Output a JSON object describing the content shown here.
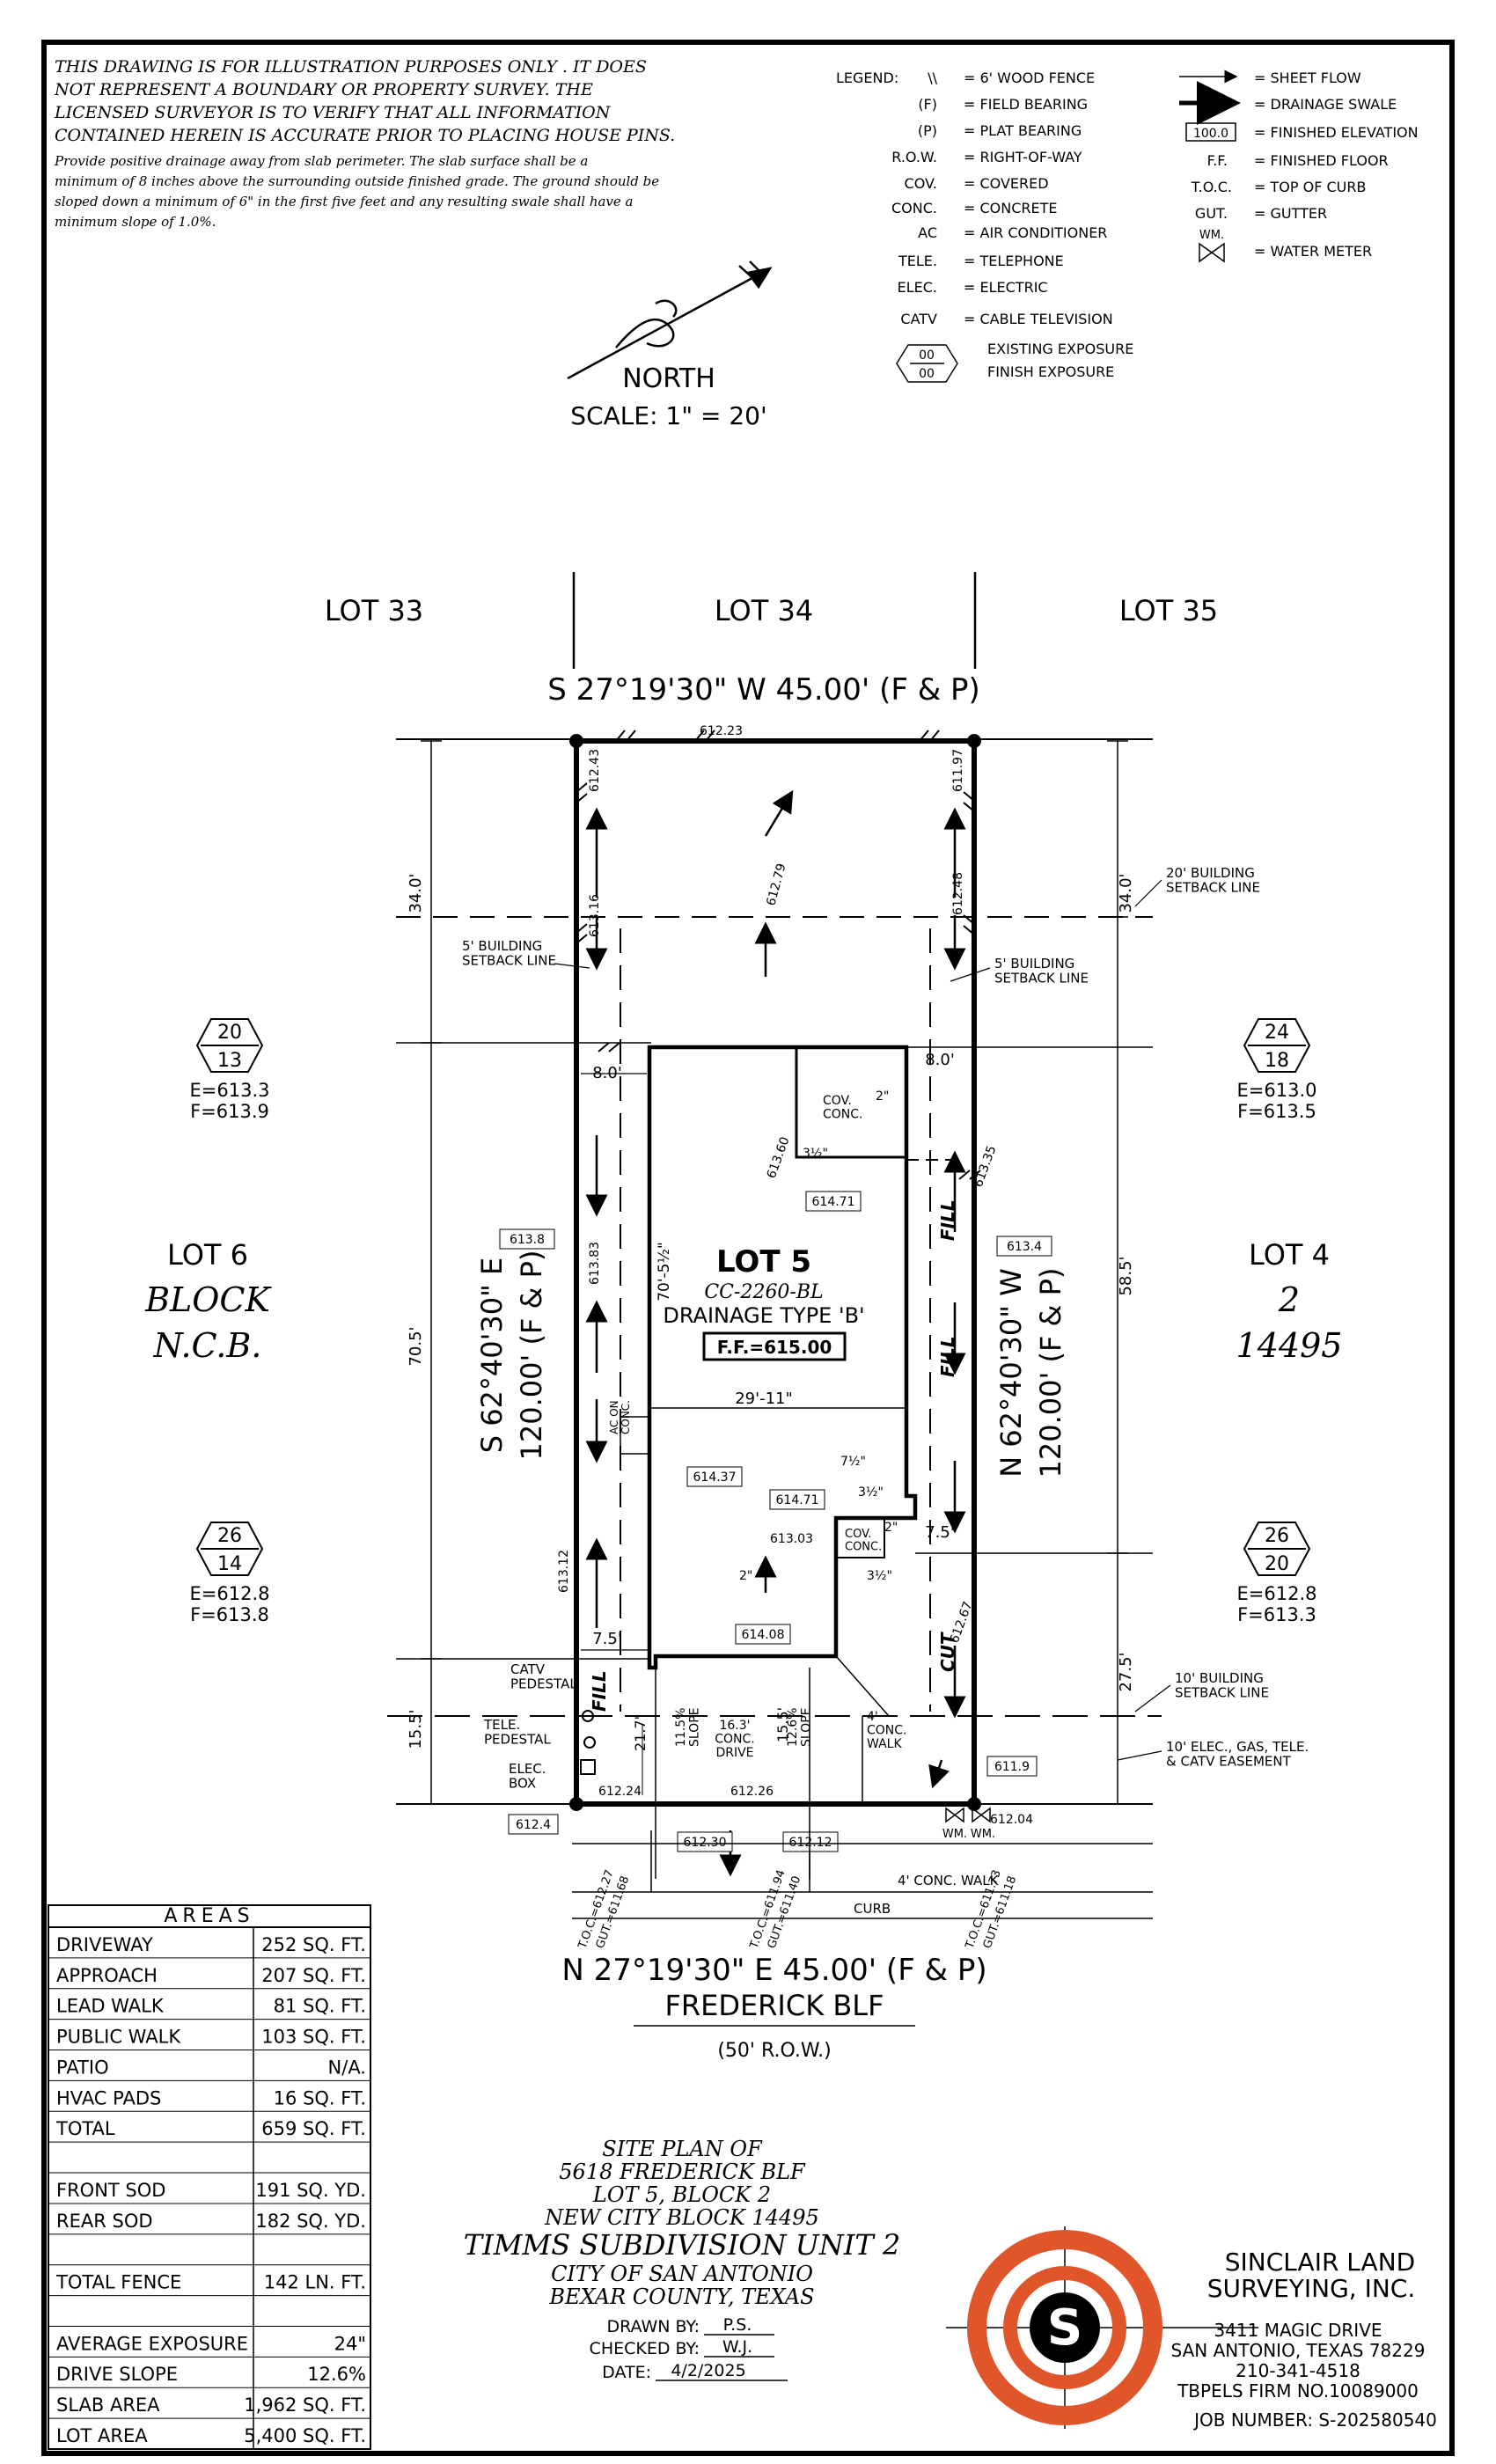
{
  "disclaimer": {
    "lines": [
      "THIS DRAWING IS FOR ILLUSTRATION PURPOSES ONLY . IT DOES",
      "NOT REPRESENT A BOUNDARY OR PROPERTY SURVEY. THE",
      "LICENSED SURVEYOR IS TO VERIFY THAT ALL INFORMATION",
      "CONTAINED HEREIN IS ACCURATE PRIOR TO PLACING HOUSE PINS."
    ],
    "drainage_lines": [
      "Provide positive drainage away from slab perimeter. The slab surface shall be a",
      "minimum of 8 inches above the surrounding outside finished grade. The ground should be",
      "sloped down a minimum of 6\" in the first five feet and any resulting swale shall have a",
      "minimum slope of 1.0%."
    ]
  },
  "legend": {
    "title": "LEGEND:",
    "left": [
      {
        "sym": "\\\\",
        "label": "= 6' WOOD FENCE"
      },
      {
        "sym": "(F)",
        "label": "= FIELD BEARING"
      },
      {
        "sym": "(P)",
        "label": "= PLAT BEARING"
      },
      {
        "sym": "R.O.W.",
        "label": "= RIGHT-OF-WAY"
      },
      {
        "sym": "COV.",
        "label": "= COVERED"
      },
      {
        "sym": "CONC.",
        "label": "= CONCRETE"
      },
      {
        "sym": "AC",
        "label": "= AIR CONDITIONER"
      },
      {
        "sym": "TELE.",
        "label": "= TELEPHONE"
      },
      {
        "sym": "ELEC.",
        "label": "= ELECTRIC"
      },
      {
        "sym": "CATV",
        "label": "= CABLE TELEVISION"
      }
    ],
    "exposure_sym_top": "00",
    "exposure_sym_bottom": "00",
    "exposure_label_1": "EXISTING EXPOSURE",
    "exposure_label_2": "FINISH EXPOSURE",
    "right": [
      {
        "sym": "arrow",
        "label": "= SHEET FLOW"
      },
      {
        "sym": "swale",
        "label": "= DRAINAGE SWALE"
      },
      {
        "sym": "100.0",
        "label": "= FINISHED ELEVATION"
      },
      {
        "sym": "F.F.",
        "label": "= FINISHED FLOOR"
      },
      {
        "sym": "T.O.C.",
        "label": "= TOP OF CURB"
      },
      {
        "sym": "GUT.",
        "label": "= GUTTER"
      }
    ],
    "water_meter_sym": "WM.",
    "water_meter_label": "= WATER METER"
  },
  "north": {
    "label": "NORTH",
    "scale": "SCALE: 1\" = 20'"
  },
  "lots": {
    "lot33": "LOT 33",
    "lot34": "LOT 34",
    "lot35": "LOT 35"
  },
  "bearings": {
    "top": "S 27°19'30\" W 45.00' (F & P)",
    "bottom": "N 27°19'30\" E 45.00' (F & P)",
    "left_1": "S 62°40'30\" E",
    "left_2": "120.00' (F & P)",
    "right_1": "N 62°40'30\" W",
    "right_2": "120.00' (F & P)"
  },
  "street": {
    "name": "FREDERICK BLF",
    "row": "(50' R.O.W.)",
    "walk": "4' CONC. WALK",
    "curb": "CURB"
  },
  "left_side": {
    "lot": "LOT 6",
    "block": "BLOCK",
    "ncb": "N.C.B.",
    "exp1_top": "20",
    "exp1_bottom": "13",
    "exp1_e": "E=613.3",
    "exp1_f": "F=613.9",
    "exp2_top": "26",
    "exp2_bottom": "14",
    "exp2_e": "E=612.8",
    "exp2_f": "F=613.8"
  },
  "right_side": {
    "lot": "LOT 4",
    "block": "2",
    "ncb": "14495",
    "exp1_top": "24",
    "exp1_bottom": "18",
    "exp1_e": "E=613.0",
    "exp1_f": "F=613.5",
    "exp2_top": "26",
    "exp2_bottom": "20",
    "exp2_e": "E=612.8",
    "exp2_f": "F=613.3"
  },
  "house": {
    "lot": "LOT 5",
    "plan": "CC-2260-BL",
    "drainage": "DRAINAGE TYPE 'B'",
    "ff": "F.F.=615.00",
    "width": "29'-11\"",
    "depth": "70'-5½\"",
    "cov_conc": "COV.\nCONC.",
    "ac_pad": "AC ON\nCONC."
  },
  "dims": {
    "front_setback_total": "34.0'",
    "left_depth": "70.5'",
    "left_front": "15.5'",
    "right_front": "34.0'",
    "right_mid": "58.5'",
    "right_rear": "27.5'",
    "side_left_top": "8.0'",
    "side_right_top": "8.0'",
    "side_left_bottom": "7.5'",
    "side_right_bottom": "7.5'",
    "drive_217": "21.7'",
    "drive_155": "15.5'",
    "slope1": "11.5%\nSLOPE",
    "drive_width": "16.3'\nCONC.\nDRIVE",
    "slope2": "12.6%\nSLOPE",
    "conc_walk": "4'\nCONC.\nWALK",
    "dim_2a": "2\"",
    "dim_2b": "2\"",
    "dim_2c": "2\"",
    "dim_312a": "3½\"",
    "dim_312b": "3½\"",
    "dim_312c": "3½\"",
    "dim_712": "7½\""
  },
  "notes": {
    "setback_5_left": "5' BUILDING\nSETBACK LINE",
    "setback_5_right": "5' BUILDING\nSETBACK LINE",
    "setback_20": "20' BUILDING\nSETBACK LINE",
    "setback_10": "10' BUILDING\nSETBACK LINE",
    "easement": "10' ELEC., GAS, TELE.\n& CATV EASEMENT",
    "catv": "CATV\nPEDESTAL",
    "tele": "TELE.\nPEDESTAL",
    "elec": "ELEC.\nBOX",
    "fill": "FILL",
    "cut": "CUT",
    "wm": "WM."
  },
  "elevations": {
    "e61223": "612.23",
    "e61243": "612.43",
    "e61197": "611.97",
    "e61279": "612.79",
    "e61316": "613.16",
    "e61248": "612.48",
    "e61360": "613.60",
    "e61471a": "614.71",
    "e61335": "613.35",
    "e6138": "613.8",
    "e61383": "613.83",
    "e6134": "613.4",
    "e61437": "614.37",
    "e61471b": "614.71",
    "e61303": "613.03",
    "e61312": "613.12",
    "e61267": "612.67",
    "e61408": "614.08",
    "e6119": "611.9",
    "e61224": "612.24",
    "e61226": "612.26",
    "e61204": "612.04",
    "e6124": "612.4",
    "e61230": "612.30",
    "e61212": "612.12",
    "toc1": "T.O.C.=612.27",
    "gut1": "GUT.=611.68",
    "toc2": "T.O.C.=611.94",
    "gut2": "GUT.=611.40",
    "toc3": "T.O.C.=611.73",
    "gut3": "GUT.=611.18"
  },
  "areas": {
    "title": "AREAS",
    "rows": [
      {
        "label": "DRIVEWAY",
        "value": "252 SQ. FT."
      },
      {
        "label": "APPROACH",
        "value": "207 SQ. FT."
      },
      {
        "label": "LEAD WALK",
        "value": "81 SQ. FT."
      },
      {
        "label": "PUBLIC WALK",
        "value": "103 SQ. FT."
      },
      {
        "label": "PATIO",
        "value": "N/A."
      },
      {
        "label": "HVAC PADS",
        "value": "16 SQ. FT."
      },
      {
        "label": "TOTAL",
        "value": "659 SQ. FT."
      },
      {
        "label": "",
        "value": ""
      },
      {
        "label": "FRONT SOD",
        "value": "191 SQ. YD."
      },
      {
        "label": "REAR SOD",
        "value": "182 SQ. YD."
      },
      {
        "label": "",
        "value": ""
      },
      {
        "label": "TOTAL FENCE",
        "value": "142 LN. FT."
      },
      {
        "label": "",
        "value": ""
      },
      {
        "label": "AVERAGE EXPOSURE",
        "value": "24\""
      },
      {
        "label": "DRIVE SLOPE",
        "value": "12.6%"
      },
      {
        "label": "SLAB AREA",
        "value": "1,962 SQ. FT."
      },
      {
        "label": "LOT AREA",
        "value": "5,400 SQ. FT."
      }
    ]
  },
  "title_block": {
    "lines": [
      "SITE PLAN OF",
      "5618 FREDERICK BLF",
      "LOT 5, BLOCK 2",
      "NEW CITY BLOCK 14495",
      "TIMMS SUBDIVISION UNIT 2",
      "CITY OF SAN ANTONIO",
      "BEXAR COUNTY, TEXAS"
    ],
    "drawn_label": "DRAWN BY:",
    "drawn_value": "P.S.",
    "checked_label": "CHECKED BY:",
    "checked_value": "W.J.",
    "date_label": "DATE:",
    "date_value": "4/2/2025"
  },
  "company": {
    "name_1": "SINCLAIR LAND",
    "name_2": "SURVEYING, INC.",
    "addr_1": "3411 MAGIC DRIVE",
    "addr_2": "SAN ANTONIO, TEXAS 78229",
    "phone": "210-341-4518",
    "firm": "TBPELS FIRM NO.10089000",
    "job": "JOB NUMBER:  S-202580540",
    "logo_letter": "S",
    "logo_color": "#e0552a"
  }
}
